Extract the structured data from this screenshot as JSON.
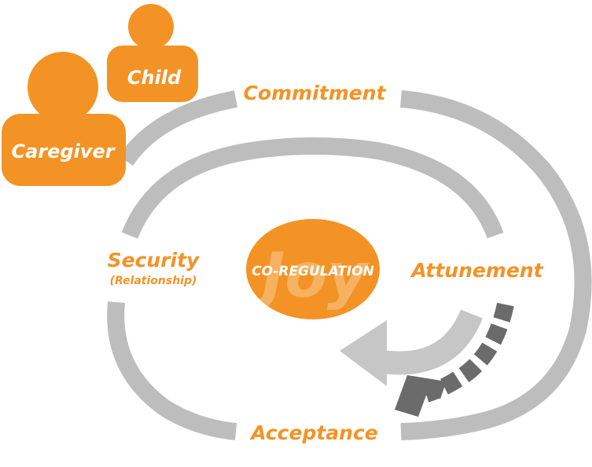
{
  "people": {
    "child": "Child",
    "caregiver": "Caregiver"
  },
  "labels": {
    "commitment": "Commitment",
    "security": "Security",
    "security_sub": "(Relationship)",
    "attunement": "Attunement",
    "acceptance": "Acceptance"
  },
  "center": {
    "watermark": "Joy",
    "label": "CO-REGULATION"
  },
  "colors": {
    "accent": "#f39325",
    "ring": "#bdbdbd",
    "dark_arrow": "#6b6b6b"
  }
}
